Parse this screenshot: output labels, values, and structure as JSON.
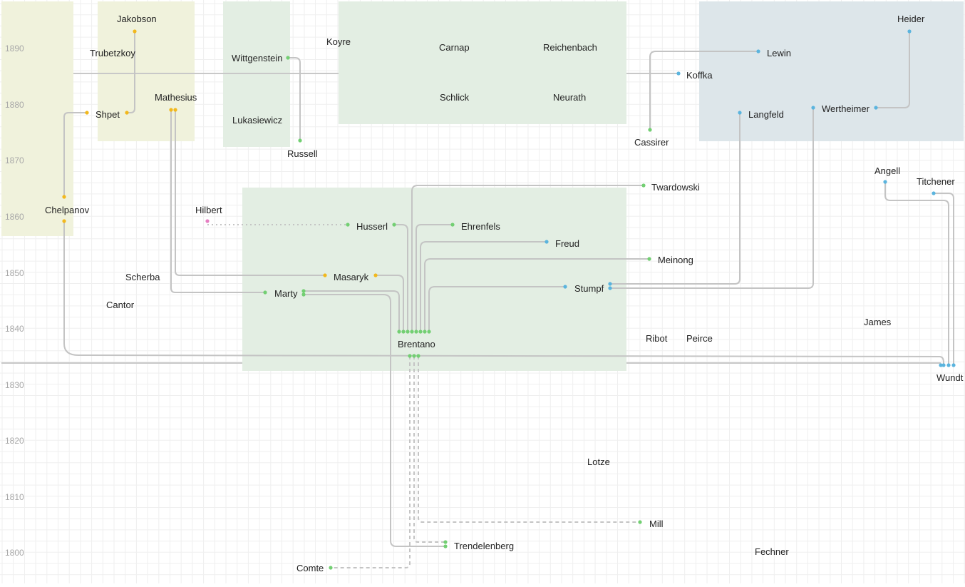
{
  "years": [
    "1890",
    "1880",
    "1870",
    "1860",
    "1850",
    "1840",
    "1830",
    "1820",
    "1810",
    "1800"
  ],
  "colors": {
    "group_olive": "#f0f2dc",
    "group_green": "#e3eee3",
    "group_blue": "#dde6ea",
    "grid": "#efefef",
    "link": "#c4c4c4",
    "dot_green": "#72cf72",
    "dot_yellow": "#f2b81c",
    "dot_blue": "#5ab4de",
    "dot_pink": "#e67ec2"
  },
  "people": {
    "jakobson": "Jakobson",
    "trubetzkoy": "Trubetzkoy",
    "shpet": "Shpet",
    "mathesius": "Mathesius",
    "chelpanov": "Chelpanov",
    "wittgenstein": "Wittgenstein",
    "lukasiewicz": "Lukasiewicz",
    "russell": "Russell",
    "koyre": "Koyre",
    "carnap": "Carnap",
    "reichenbach": "Reichenbach",
    "schlick": "Schlick",
    "neurath": "Neurath",
    "cassirer": "Cassirer",
    "lewin": "Lewin",
    "koffka": "Koffka",
    "heider": "Heider",
    "langfeld": "Langfeld",
    "wertheimer": "Wertheimer",
    "angell": "Angell",
    "titchener": "Titchener",
    "hilbert": "Hilbert",
    "husserl": "Husserl",
    "ehrenfels": "Ehrenfels",
    "twardowski": "Twardowski",
    "freud": "Freud",
    "meinong": "Meinong",
    "scherba": "Scherba",
    "masaryk": "Masaryk",
    "cantor": "Cantor",
    "marty": "Marty",
    "stumpf": "Stumpf",
    "brentano": "Brentano",
    "ribot": "Ribot",
    "peirce": "Peirce",
    "james": "James",
    "wundt": "Wundt",
    "lotze": "Lotze",
    "mill": "Mill",
    "trendelenberg": "Trendelenberg",
    "fechner": "Fechner",
    "comte": "Comte"
  }
}
